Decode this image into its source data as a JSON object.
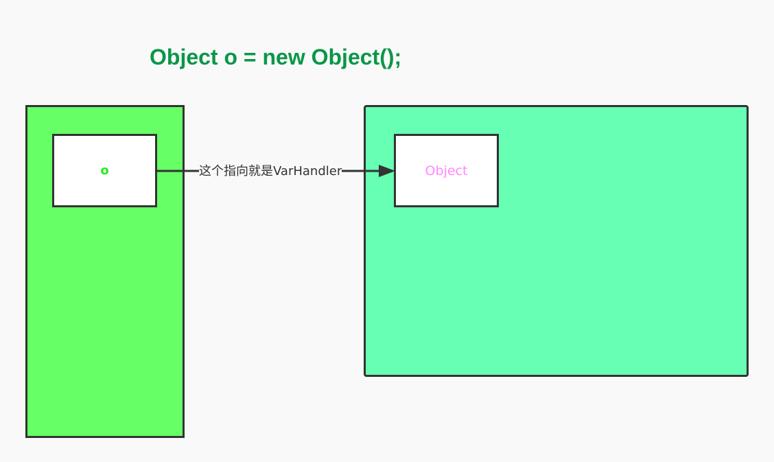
{
  "title": {
    "text": "Object o = new Object();",
    "color": "#0a9748"
  },
  "stack_region": {
    "fill": "#66ff66",
    "variable_box": {
      "label": "o",
      "text_color": "#22ee22"
    }
  },
  "heap_region": {
    "fill": "#66ffb3",
    "object_box": {
      "label": "Object",
      "text_color": "#ff88ff"
    }
  },
  "arrow": {
    "label": "这个指向就是VarHandler",
    "color": "#333333"
  }
}
